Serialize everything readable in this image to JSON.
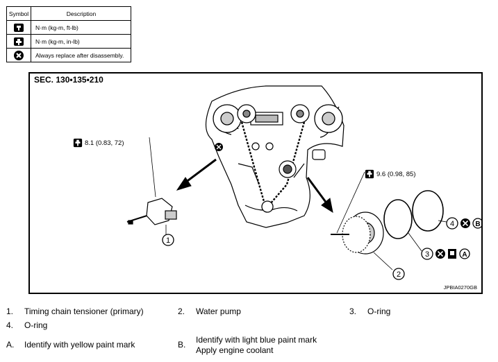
{
  "legend": {
    "header_symbol": "Symbol",
    "header_description": "Description",
    "rows": [
      {
        "icon": "torque-wrench-icon",
        "description": "N·m (kg-m, ft-lb)"
      },
      {
        "icon": "torque-wrench-small-icon",
        "description": "N·m (kg-m, in-lb)"
      },
      {
        "icon": "always-replace-icon",
        "description": "Always replace after disassembly."
      }
    ]
  },
  "diagram": {
    "section": "SEC. 130•135•210",
    "figure_code": "JPBIA0270GB",
    "torque_left": "8.1 (0.83, 72)",
    "torque_right": "9.6 (0.98, 85)",
    "callouts": [
      "1",
      "2",
      "3",
      "4"
    ],
    "callout_marks": {
      "a": "A",
      "b": "B"
    }
  },
  "parts": [
    {
      "num": "1.",
      "label": "Timing chain tensioner (primary)"
    },
    {
      "num": "2.",
      "label": "Water pump"
    },
    {
      "num": "3.",
      "label": "O-ring"
    },
    {
      "num": "4.",
      "label": "O-ring"
    }
  ],
  "notes": [
    {
      "key": "A.",
      "label": "Identify with yellow paint mark"
    },
    {
      "key": "B.",
      "label_line1": "Identify with light blue paint mark",
      "label_line2": "Apply engine coolant"
    }
  ]
}
